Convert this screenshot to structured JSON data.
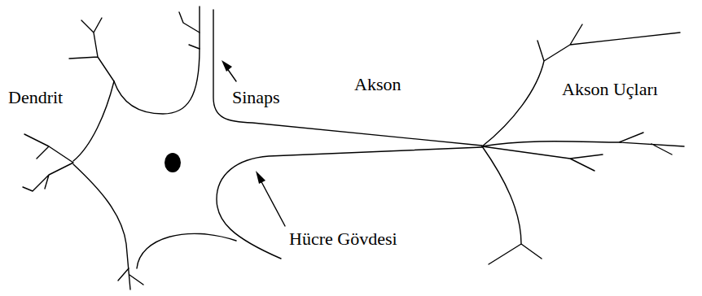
{
  "diagram": {
    "labels": [
      "Dendrit",
      "Sinaps",
      "Akson",
      "Akson Uçları",
      "Hücre Gövdesi"
    ]
  }
}
